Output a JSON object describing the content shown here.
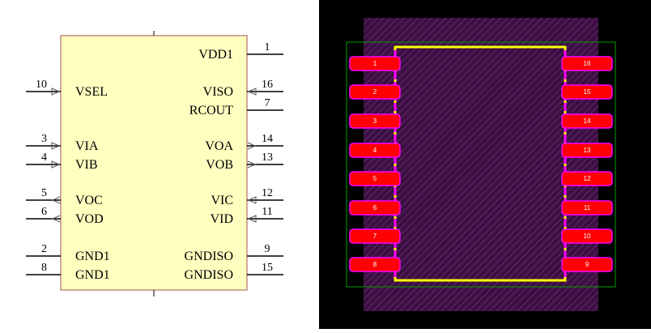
{
  "schematic": {
    "colors": {
      "body_fill": "#ffffc0",
      "body_stroke": "#a05050",
      "pin": "#000000"
    },
    "left_pins": [
      {
        "num": "10",
        "name": "VSEL",
        "type": "input"
      },
      {
        "num": "3",
        "name": "VIA",
        "type": "input"
      },
      {
        "num": "4",
        "name": "VIB",
        "type": "input"
      },
      {
        "num": "5",
        "name": "VOC",
        "type": "output"
      },
      {
        "num": "6",
        "name": "VOD",
        "type": "output"
      },
      {
        "num": "2",
        "name": "GND1",
        "type": "power"
      },
      {
        "num": "8",
        "name": "GND1",
        "type": "power"
      }
    ],
    "right_pins": [
      {
        "num": "1",
        "name": "VDD1",
        "type": "power"
      },
      {
        "num": "16",
        "name": "VISO",
        "type": "input"
      },
      {
        "num": "7",
        "name": "RCOUT",
        "type": "power"
      },
      {
        "num": "14",
        "name": "VOA",
        "type": "output"
      },
      {
        "num": "13",
        "name": "VOB",
        "type": "output"
      },
      {
        "num": "12",
        "name": "VIC",
        "type": "input"
      },
      {
        "num": "11",
        "name": "VID",
        "type": "input"
      },
      {
        "num": "9",
        "name": "GNDISO",
        "type": "power"
      },
      {
        "num": "15",
        "name": "GNDISO",
        "type": "power"
      }
    ]
  },
  "footprint": {
    "colors": {
      "background": "#000000",
      "pad": "#ff0000",
      "pad_border": "#ff00ff",
      "silkscreen": "#ffff00",
      "courtyard": "#00a000",
      "body": "#3a1040",
      "hatch": "#7a2a80"
    },
    "left_pads": [
      "1",
      "2",
      "3",
      "4",
      "5",
      "6",
      "7",
      "8"
    ],
    "right_pads": [
      "16",
      "15",
      "14",
      "13",
      "12",
      "11",
      "10",
      "9"
    ]
  }
}
